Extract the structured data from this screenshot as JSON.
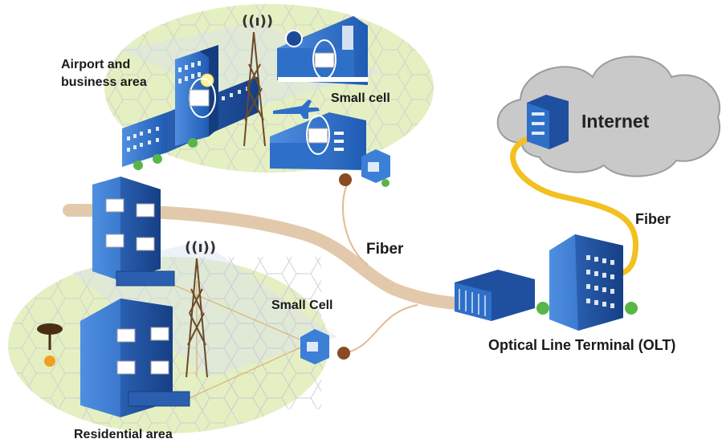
{
  "labels": {
    "airport_line1": "Airport and",
    "airport_line2": "business area",
    "small_cell_top": "Small cell",
    "internet": "Internet",
    "fiber_right": "Fiber",
    "fiber_middle": "Fiber",
    "small_cell_bottom": "Small Cell",
    "olt": "Optical Line Terminal (OLT)",
    "residential": "Residential area"
  },
  "colors": {
    "zone_green": "#e5f0c2",
    "cloud_gray": "#c9c9c9",
    "fiber_tan": "#e3c9ab",
    "fiber_yellow": "#f3c021",
    "building_blue": "#2e6fc8",
    "tower_brown": "#6b4a2a"
  },
  "icons": [
    "antenna-signal-icon",
    "cell-tower-icon",
    "building-icon",
    "train-icon",
    "airplane-icon",
    "server-icon",
    "router-icon",
    "tree-icon"
  ]
}
